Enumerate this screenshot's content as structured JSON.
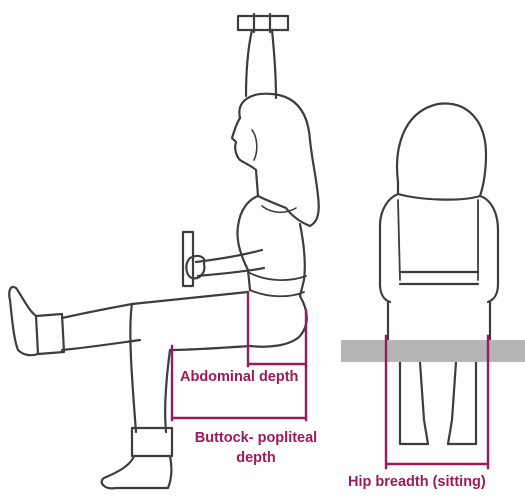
{
  "labels": {
    "abdominal_depth": "Abdominal depth",
    "buttock_popliteal_line1": "Buttock- popliteal",
    "buttock_popliteal_line2": "depth",
    "hip_breadth": "Hip breadth (sitting)"
  },
  "colors": {
    "outline": "#3d3d3d",
    "measure": "#9a1b57",
    "bench": "#b5b5b5",
    "background": "#ffffff"
  }
}
